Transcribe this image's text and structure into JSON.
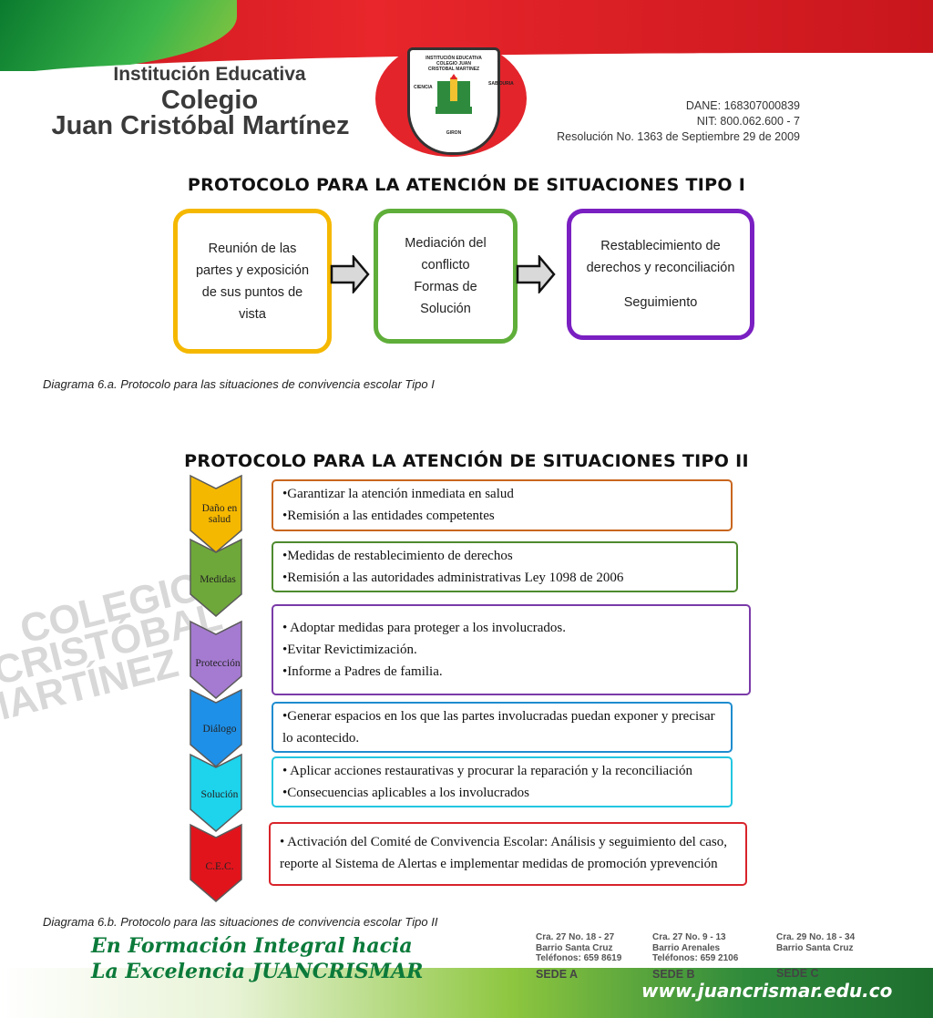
{
  "header": {
    "line1": "Institución Educativa",
    "line2": "Colegio",
    "line3": "Juan Cristóbal Martínez",
    "dane": "DANE: 168307000839",
    "nit": "NIT: 800.062.600 - 7",
    "resolucion": "Resolución No. 1363 de Septiembre 29 de 2009"
  },
  "logo": {
    "top": "INSTITUCIÓN EDUCATIVA",
    "middle": "COLEGIO JUAN CRISTOBAL MARTINEZ",
    "left": "CIENCIA",
    "right": "SABIDURIA",
    "bottom": "GIRON"
  },
  "watermark": {
    "line1": "COLEGIO",
    "line2": "CRISTÓBAL",
    "line3": "MARTÍNEZ"
  },
  "tipo1": {
    "title": "PROTOCOLO PARA LA ATENCIÓN DE SITUACIONES TIPO I",
    "boxes": [
      {
        "lines": [
          "Reunión de las",
          "partes y exposición",
          "de sus puntos de",
          "vista"
        ],
        "color": "#f5b800"
      },
      {
        "lines": [
          "Mediación del",
          "conflicto",
          "Formas de",
          "Solución"
        ],
        "color": "#5fae3a"
      },
      {
        "lines": [
          "Restablecimiento de",
          "derechos y reconciliación",
          "",
          "Seguimiento"
        ],
        "color": "#7a1fc2"
      }
    ],
    "caption": "Diagrama 6.a. Protocolo para las situaciones de convivencia escolar Tipo I"
  },
  "tipo2": {
    "title": "PROTOCOLO PARA LA ATENCIÓN DE SITUACIONES TIPO II",
    "steps": [
      {
        "label": "Daño en salud",
        "color": "#f5b800",
        "border": "#c8661e",
        "items": [
          "•Garantizar la atención inmediata en salud",
          "•Remisión a las entidades competentes"
        ]
      },
      {
        "label": "Medidas",
        "color": "#6fa83a",
        "border": "#4e8a2e",
        "items": [
          "•Medidas de restablecimiento de derechos",
          "•Remisión a las autoridades administrativas Ley 1098 de 2006"
        ]
      },
      {
        "label": "Protección",
        "color": "#a57bd1",
        "border": "#7a3aa8",
        "items": [
          "• Adoptar medidas para proteger a los involucrados.",
          "•Evitar Revictimización.",
          "•Informe a Padres de familia."
        ]
      },
      {
        "label": "Diálogo",
        "color": "#1e90e8",
        "border": "#1e8ccf",
        "items": [
          "•Generar espacios en los que las partes involucradas puedan exponer y precisar",
          " lo acontecido."
        ]
      },
      {
        "label": "Solución",
        "color": "#1ed3ec",
        "border": "#22c6e0",
        "items": [
          "• Aplicar acciones restaurativas y procurar la reparación y la reconciliación",
          "•Consecuencias aplicables a los involucrados"
        ]
      },
      {
        "label": "C.E.C.",
        "color": "#e1141c",
        "border": "#d8232a",
        "items": [
          "• Activación del Comité de Convivencia Escolar: Análisis y seguimiento del caso,",
          " reporte al Sistema de Alertas e implementar medidas de promoción yprevención"
        ]
      }
    ],
    "caption": "Diagrama 6.b. Protocolo para las situaciones de convivencia escolar Tipo II"
  },
  "footer": {
    "slogan1": "En Formación Integral hacia",
    "slogan2": "La Excelencia JUANCRISMAR",
    "sedes": [
      {
        "l1": "Cra. 27 No. 18 - 27",
        "l2": "Barrio Santa Cruz",
        "l3": "Teléfonos: 659 8619",
        "name": "SEDE A"
      },
      {
        "l1": "Cra. 27 No. 9 - 13",
        "l2": "Barrio Arenales",
        "l3": "Teléfonos: 659 2106",
        "name": "SEDE B"
      },
      {
        "l1": "Cra. 29 No. 18 - 34",
        "l2": "Barrio Santa Cruz",
        "l3": "",
        "name": "SEDE C"
      }
    ],
    "url": "www.juancrismar.edu.co"
  }
}
